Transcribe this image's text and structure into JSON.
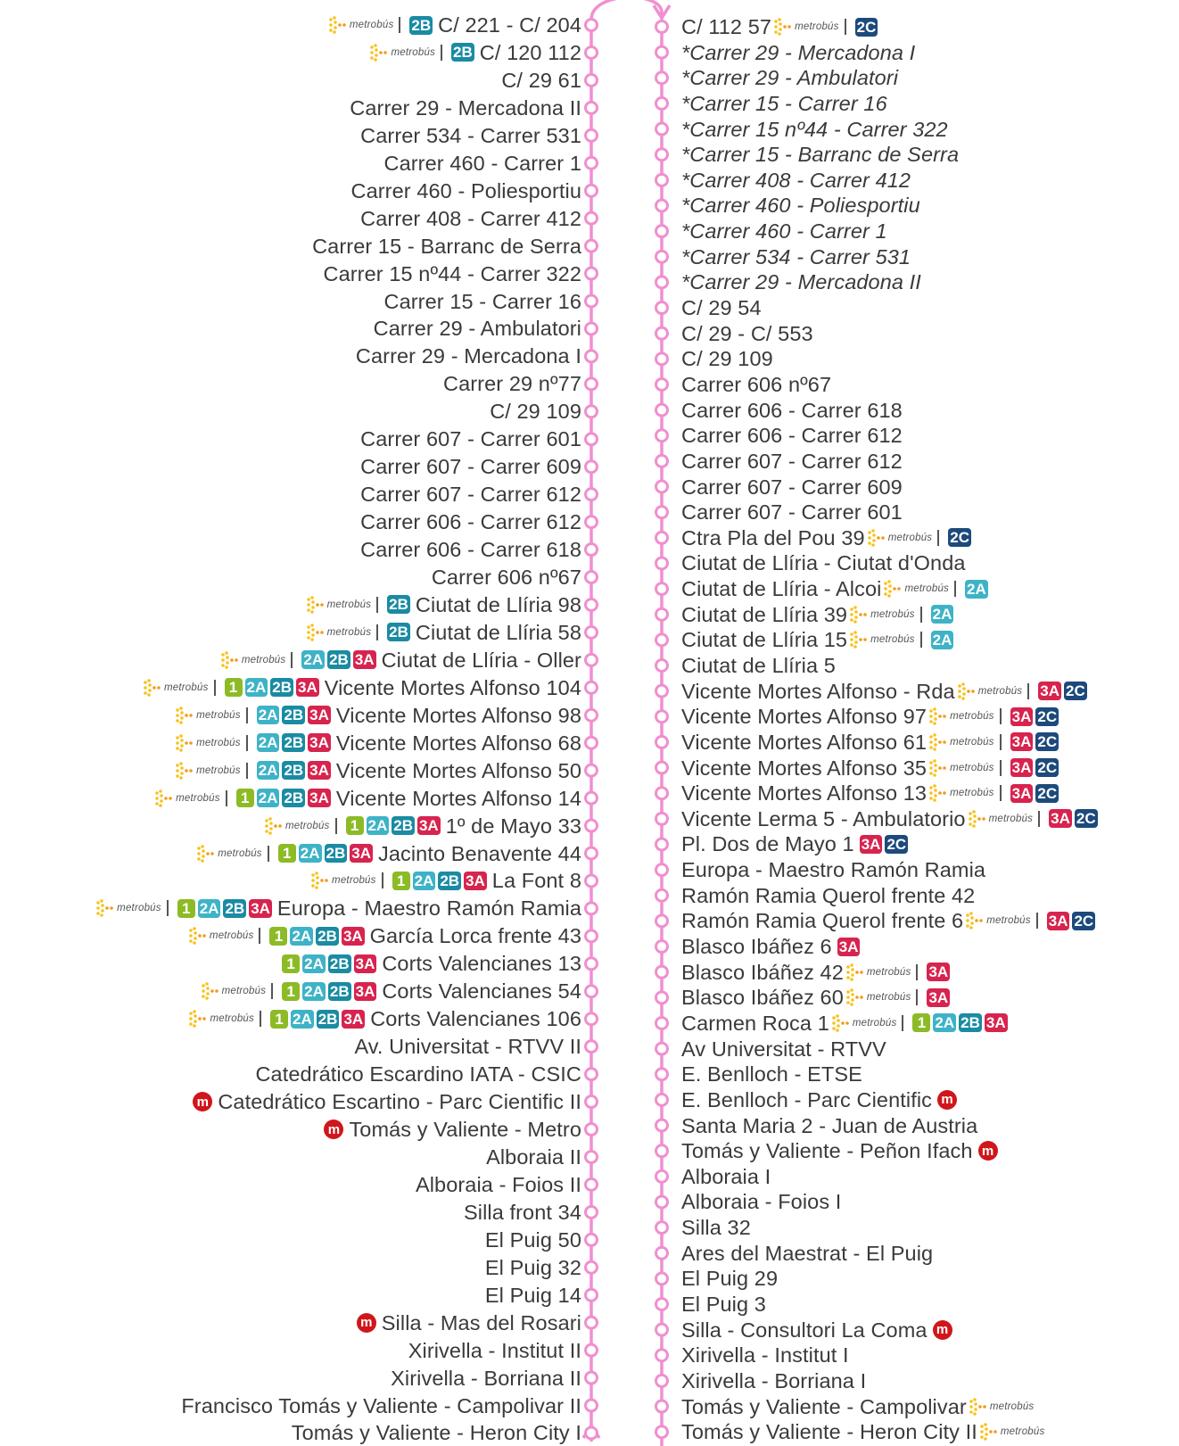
{
  "lines": {
    "1": {
      "label": "1",
      "color": "#8cbb26"
    },
    "2A": {
      "label": "2A",
      "color": "#3eb3c7"
    },
    "2B": {
      "label": "2B",
      "color": "#1a8ba3"
    },
    "2C": {
      "label": "2C",
      "color": "#1d4a7c"
    },
    "3A": {
      "label": "3A",
      "color": "#d7244e"
    }
  },
  "route_color": "#f08fcf",
  "metrobus_word": "metrobús",
  "metro_symbol": "m",
  "left_column": [
    {
      "name": "C/ 221 - C/ 204",
      "metrobus": true,
      "lines": [
        "2B"
      ]
    },
    {
      "name": "C/ 120 112",
      "metrobus": true,
      "lines": [
        "2B"
      ]
    },
    {
      "name": "C/ 29 61"
    },
    {
      "name": "Carrer 29 - Mercadona II"
    },
    {
      "name": "Carrer 534 - Carrer 531"
    },
    {
      "name": "Carrer 460 - Carrer 1"
    },
    {
      "name": "Carrer 460 - Poliesportiu"
    },
    {
      "name": "Carrer 408 - Carrer 412"
    },
    {
      "name": "Carrer 15 - Barranc de Serra"
    },
    {
      "name": "Carrer 15 nº44 - Carrer 322"
    },
    {
      "name": "Carrer 15 - Carrer 16"
    },
    {
      "name": "Carrer 29 - Ambulatori"
    },
    {
      "name": "Carrer 29 - Mercadona I"
    },
    {
      "name": "Carrer 29 nº77"
    },
    {
      "name": "C/ 29 109"
    },
    {
      "name": "Carrer 607 - Carrer 601"
    },
    {
      "name": "Carrer 607 - Carrer 609"
    },
    {
      "name": "Carrer 607 - Carrer 612"
    },
    {
      "name": "Carrer 606 - Carrer 612"
    },
    {
      "name": "Carrer 606 - Carrer 618"
    },
    {
      "name": "Carrer 606 nº67"
    },
    {
      "name": "Ciutat de Llíria 98",
      "metrobus": true,
      "lines": [
        "2B"
      ]
    },
    {
      "name": "Ciutat de Llíria 58",
      "metrobus": true,
      "lines": [
        "2B"
      ]
    },
    {
      "name": "Ciutat de Llíria - Oller",
      "metrobus": true,
      "lines": [
        "2A",
        "2B",
        "3A"
      ]
    },
    {
      "name": "Vicente Mortes Alfonso 104",
      "metrobus": true,
      "lines": [
        "1",
        "2A",
        "2B",
        "3A"
      ]
    },
    {
      "name": "Vicente Mortes Alfonso 98",
      "metrobus": true,
      "lines": [
        "2A",
        "2B",
        "3A"
      ]
    },
    {
      "name": "Vicente Mortes Alfonso 68",
      "metrobus": true,
      "lines": [
        "2A",
        "2B",
        "3A"
      ]
    },
    {
      "name": "Vicente Mortes Alfonso 50",
      "metrobus": true,
      "lines": [
        "2A",
        "2B",
        "3A"
      ]
    },
    {
      "name": "Vicente Mortes Alfonso 14",
      "metrobus": true,
      "lines": [
        "1",
        "2A",
        "2B",
        "3A"
      ]
    },
    {
      "name": "1º de Mayo 33",
      "metrobus": true,
      "lines": [
        "1",
        "2A",
        "2B",
        "3A"
      ]
    },
    {
      "name": "Jacinto Benavente 44",
      "metrobus": true,
      "lines": [
        "1",
        "2A",
        "2B",
        "3A"
      ]
    },
    {
      "name": "La Font 8",
      "metrobus": true,
      "lines": [
        "1",
        "2A",
        "2B",
        "3A"
      ]
    },
    {
      "name": "Europa - Maestro Ramón Ramia",
      "metrobus": true,
      "lines": [
        "1",
        "2A",
        "2B",
        "3A"
      ]
    },
    {
      "name": "García Lorca frente 43",
      "metrobus": true,
      "lines": [
        "1",
        "2A",
        "2B",
        "3A"
      ]
    },
    {
      "name": "Corts Valencianes 13",
      "lines": [
        "1",
        "2A",
        "2B",
        "3A"
      ]
    },
    {
      "name": "Corts Valencianes 54",
      "metrobus": true,
      "lines": [
        "1",
        "2A",
        "2B",
        "3A"
      ]
    },
    {
      "name": "Corts Valencianes 106",
      "metrobus": true,
      "lines": [
        "1",
        "2A",
        "2B",
        "3A"
      ]
    },
    {
      "name": "Av. Universitat - RTVV II"
    },
    {
      "name": "Catedrático Escardino IATA - CSIC"
    },
    {
      "name": "Catedrático Escartino - Parc Cientific II",
      "metro": true
    },
    {
      "name": "Tomás y Valiente - Metro",
      "metro": true
    },
    {
      "name": "Alboraia II"
    },
    {
      "name": "Alboraia - Foios II"
    },
    {
      "name": "Silla front 34"
    },
    {
      "name": "El Puig 50"
    },
    {
      "name": "El Puig 32"
    },
    {
      "name": "El Puig 14"
    },
    {
      "name": "Silla - Mas del Rosari",
      "metro": true
    },
    {
      "name": "Xirivella - Institut II"
    },
    {
      "name": "Xirivella - Borriana II"
    },
    {
      "name": "Francisco Tomás y Valiente - Campolivar II"
    },
    {
      "name": "Tomás y Valiente - Heron City I"
    }
  ],
  "right_column": [
    {
      "name": "C/ 112 57",
      "metrobus": true,
      "lines": [
        "2C"
      ]
    },
    {
      "name": "*Carrer 29 - Mercadona I",
      "italic": true
    },
    {
      "name": "*Carrer 29 - Ambulatori",
      "italic": true
    },
    {
      "name": "*Carrer 15 - Carrer 16",
      "italic": true
    },
    {
      "name": "*Carrer 15 nº44 - Carrer 322",
      "italic": true
    },
    {
      "name": "*Carrer 15 - Barranc de Serra",
      "italic": true
    },
    {
      "name": "*Carrer 408 - Carrer 412",
      "italic": true
    },
    {
      "name": "*Carrer 460 - Poliesportiu",
      "italic": true
    },
    {
      "name": "*Carrer 460 - Carrer 1",
      "italic": true
    },
    {
      "name": "*Carrer 534 - Carrer 531",
      "italic": true
    },
    {
      "name": "*Carrer 29 - Mercadona II",
      "italic": true
    },
    {
      "name": "C/ 29 54"
    },
    {
      "name": "C/ 29 - C/ 553"
    },
    {
      "name": "C/ 29 109"
    },
    {
      "name": "Carrer 606 nº67"
    },
    {
      "name": "Carrer 606 - Carrer 618"
    },
    {
      "name": "Carrer 606 - Carrer 612"
    },
    {
      "name": "Carrer 607 - Carrer 612"
    },
    {
      "name": "Carrer 607 - Carrer 609"
    },
    {
      "name": "Carrer 607 - Carrer 601"
    },
    {
      "name": "Ctra Pla del Pou 39",
      "metrobus": true,
      "lines": [
        "2C"
      ]
    },
    {
      "name": "Ciutat de Llíria - Ciutat d'Onda"
    },
    {
      "name": "Ciutat de Llíria - Alcoi",
      "metrobus": true,
      "lines": [
        "2A"
      ]
    },
    {
      "name": "Ciutat de Llíria 39",
      "metrobus": true,
      "lines": [
        "2A"
      ]
    },
    {
      "name": "Ciutat de Llíria 15",
      "metrobus": true,
      "lines": [
        "2A"
      ]
    },
    {
      "name": "Ciutat de Llíria 5"
    },
    {
      "name": "Vicente Mortes Alfonso - Rda",
      "metrobus": true,
      "lines": [
        "3A",
        "2C"
      ]
    },
    {
      "name": "Vicente Mortes Alfonso 97",
      "metrobus": true,
      "lines": [
        "3A",
        "2C"
      ]
    },
    {
      "name": "Vicente Mortes Alfonso 61",
      "metrobus": true,
      "lines": [
        "3A",
        "2C"
      ]
    },
    {
      "name": "Vicente Mortes Alfonso 35",
      "metrobus": true,
      "lines": [
        "3A",
        "2C"
      ]
    },
    {
      "name": "Vicente Mortes Alfonso 13",
      "metrobus": true,
      "lines": [
        "3A",
        "2C"
      ]
    },
    {
      "name": "Vicente Lerma 5 - Ambulatorio",
      "metrobus": true,
      "lines": [
        "3A",
        "2C"
      ]
    },
    {
      "name": "Pl. Dos de Mayo 1",
      "lines": [
        "3A",
        "2C"
      ]
    },
    {
      "name": "Europa - Maestro Ramón Ramia"
    },
    {
      "name": "Ramón Ramia Querol frente 42"
    },
    {
      "name": "Ramón Ramia Querol frente 6",
      "metrobus": true,
      "lines": [
        "3A",
        "2C"
      ]
    },
    {
      "name": "Blasco Ibáñez 6",
      "lines": [
        "3A"
      ]
    },
    {
      "name": "Blasco Ibáñez 42",
      "metrobus": true,
      "lines": [
        "3A"
      ]
    },
    {
      "name": "Blasco Ibáñez 60",
      "metrobus": true,
      "lines": [
        "3A"
      ]
    },
    {
      "name": "Carmen Roca 1",
      "metrobus": true,
      "lines": [
        "1",
        "2A",
        "2B",
        "3A"
      ]
    },
    {
      "name": "Av Universitat - RTVV"
    },
    {
      "name": "E. Benlloch - ETSE"
    },
    {
      "name": "E. Benlloch - Parc Cientific",
      "metro": true
    },
    {
      "name": "Santa Maria 2 - Juan de Austria"
    },
    {
      "name": "Tomás y Valiente - Peñon Ifach",
      "metro": true
    },
    {
      "name": "Alboraia I"
    },
    {
      "name": "Alboraia - Foios I"
    },
    {
      "name": "Silla 32"
    },
    {
      "name": "Ares del Maestrat - El Puig"
    },
    {
      "name": "El Puig 29"
    },
    {
      "name": "El Puig 3"
    },
    {
      "name": "Silla - Consultori La Coma",
      "metro": true
    },
    {
      "name": "Xirivella - Institut I"
    },
    {
      "name": "Xirivella - Borriana I"
    },
    {
      "name": "Tomás y Valiente - Campolivar",
      "metrobus": true
    },
    {
      "name": "Tomás y Valiente - Heron City II",
      "metrobus": true
    }
  ]
}
